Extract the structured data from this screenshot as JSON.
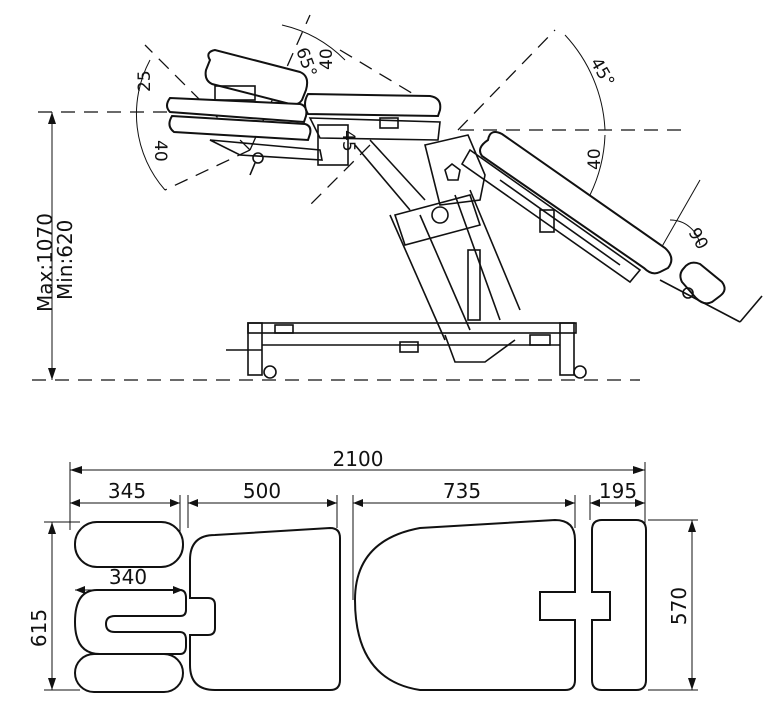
{
  "side_view": {
    "height_label": "Max:1070",
    "height_label_min": "Min:620",
    "angles": {
      "head_upper": "65°",
      "head_mid": "40",
      "head_small": "25",
      "head_low": "40",
      "chest_tilt": "45",
      "back_upper": "45°",
      "back_mid": "40",
      "foot": "90"
    }
  },
  "top_view": {
    "overall_length": "2100",
    "head_length": "345",
    "head_inner_length": "340",
    "chest_length": "500",
    "body_length": "735",
    "foot_length": "195",
    "head_width": "615",
    "foot_width": "570"
  },
  "colors": {
    "line": "#111111",
    "background": "#ffffff"
  }
}
